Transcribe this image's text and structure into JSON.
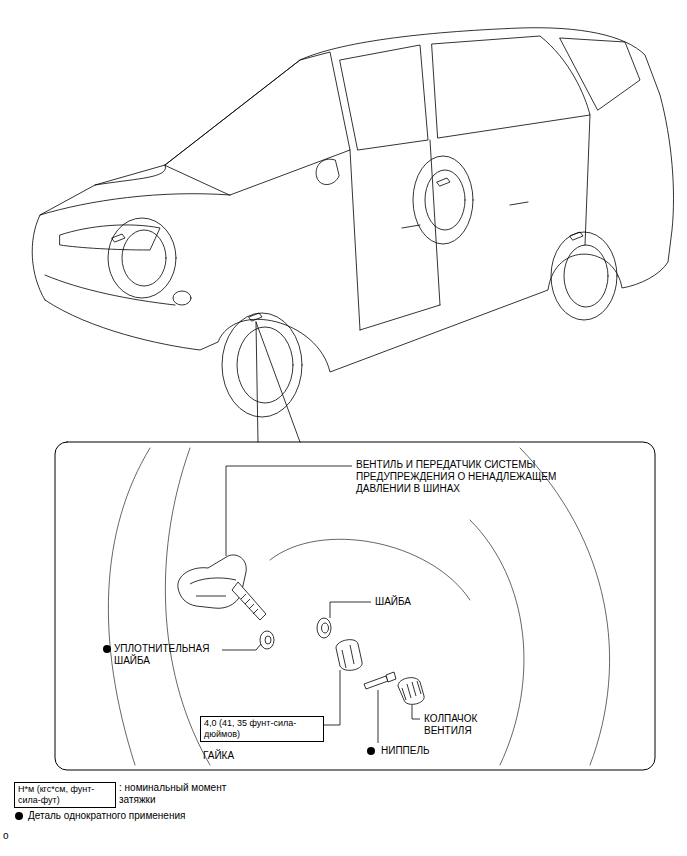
{
  "diagram": {
    "nodes": [
      {
        "text": [
          "4,0 (41, 35 фунт-сила-дюймов)"
        ]
      },
      {
        "text": [
          "Н*м (кгс*см, фунт-сила-фут)"
        ]
      }
    ],
    "labels": [
      "ВЕНТИЛЬ И ПЕРЕДАТЧИК СИСТЕМЫ ПРЕДУПРЕЖДЕНИЯ О НЕНАДЛЕЖАЩЕМ ДАВЛЕНИИ В ШИНАХ",
      "ШАЙБА",
      "УПЛОТНИТЕЛЬНАЯ ШАЙБА",
      "ГАЙКА",
      "КОЛПАЧОК ВЕНТИЛЯ",
      "НИППЕЛЬ",
      "o"
    ],
    "legend": [
      {
        "text": ": номинальный момент затяжки"
      },
      {
        "text": "Деталь однократного применения"
      }
    ]
  }
}
